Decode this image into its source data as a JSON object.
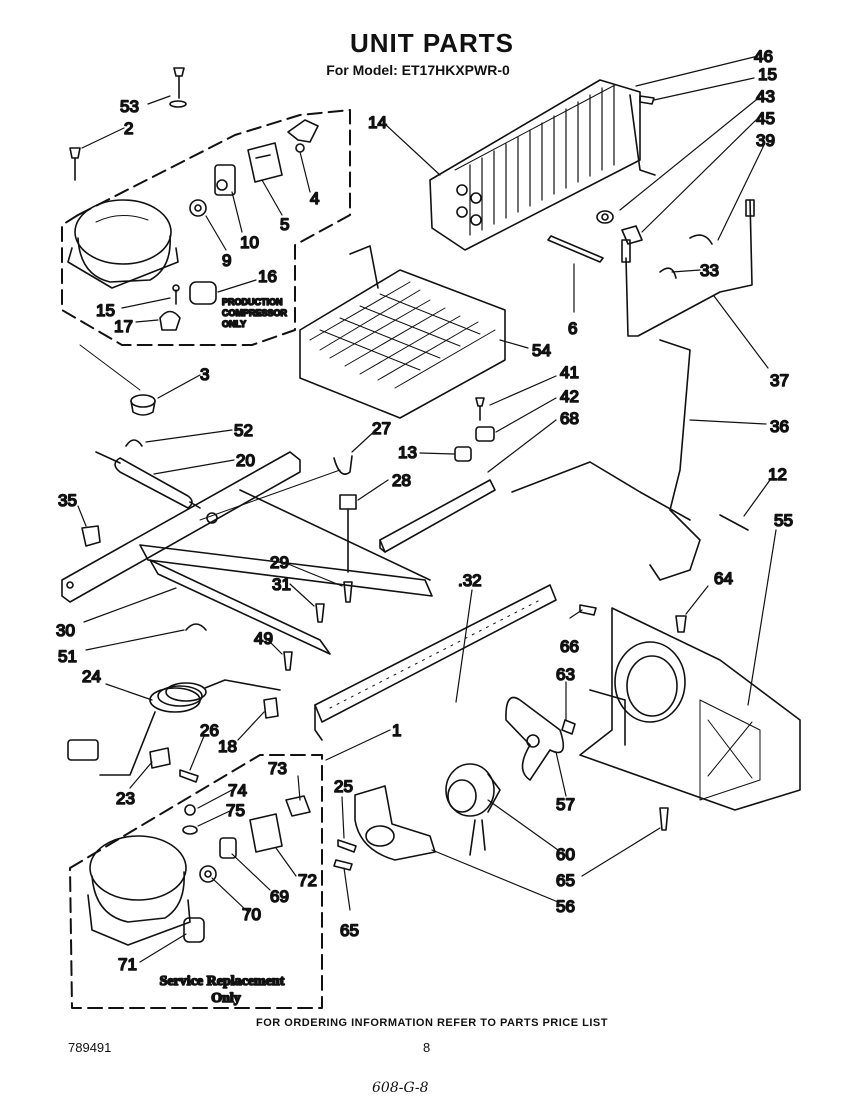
{
  "header": {
    "title": "UNIT PARTS",
    "model_line": "For Model: ET17HKXPWR-0"
  },
  "notes": {
    "production_compressor": [
      "PRODUCTION",
      "COMPRESSOR",
      "ONLY"
    ],
    "service_replacement": [
      "Service Replacement",
      "Only"
    ]
  },
  "callouts": {
    "c46": "46",
    "c15a": "15",
    "c43": "43",
    "c45": "45",
    "c39": "39",
    "c53": "53",
    "c2": "2",
    "c14": "14",
    "c4": "4",
    "c5": "5",
    "c9": "9",
    "c10": "10",
    "c16": "16",
    "c15b": "15",
    "c17": "17",
    "c6": "6",
    "c33": "33",
    "c54": "54",
    "c37": "37",
    "c3": "3",
    "c41": "41",
    "c42": "42",
    "c68": "68",
    "c36": "36",
    "c52": "52",
    "c27": "27",
    "c13": "13",
    "c20": "20",
    "c28": "28",
    "c12": "12",
    "c35": "35",
    "c55": "55",
    "c29": "29",
    "c31": "31",
    "c32": ".32",
    "c64": "64",
    "c30": "30",
    "c66": "66",
    "c51": "51",
    "c49": "49",
    "c63": "63",
    "c24": "24",
    "c1": "1",
    "c26": "26",
    "c18": "18",
    "c73": "73",
    "c23": "23",
    "c74": "74",
    "c25": "25",
    "c75": "75",
    "c57": "57",
    "c60": "60",
    "c72": "72",
    "c69": "69",
    "c65a": "65",
    "c70": "70",
    "c56": "56",
    "c65b": "65",
    "c71": "71"
  },
  "footer": {
    "ordering_info": "FOR ORDERING INFORMATION REFER TO PARTS PRICE LIST",
    "doc_number": "789491",
    "page_number": "8",
    "handwritten_code": "608-G-8"
  }
}
